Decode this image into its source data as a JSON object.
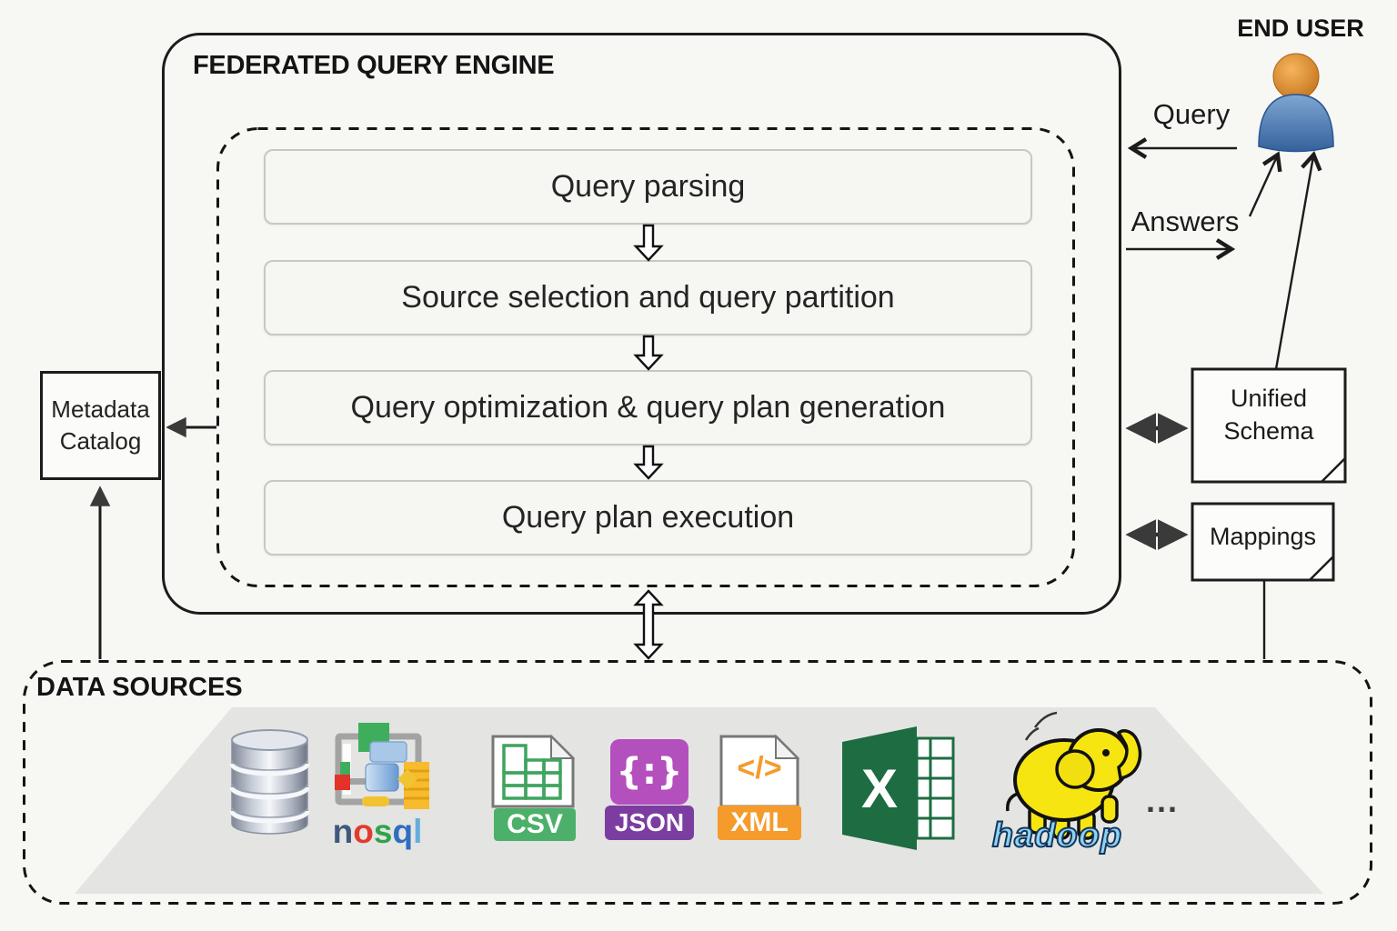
{
  "engine": {
    "title": "FEDERATED QUERY ENGINE",
    "steps": [
      {
        "label": "Query parsing"
      },
      {
        "label": "Source selection and query partition"
      },
      {
        "label": "Query optimization & query plan generation"
      },
      {
        "label": "Query plan execution"
      }
    ]
  },
  "metadata_catalog": {
    "label": "Metadata Catalog"
  },
  "end_user": {
    "label": "END USER"
  },
  "flows": {
    "query": "Query",
    "answers": "Answers"
  },
  "artifacts": {
    "unified_schema": "Unified Schema",
    "mappings": "Mappings"
  },
  "data_sources": {
    "title": "DATA SOURCES",
    "nosql": {
      "n": "n",
      "o": "o",
      "s": "s",
      "q": "q",
      "l": "l"
    },
    "csv_label": "CSV",
    "json_label": "JSON",
    "json_glyph": "{:}",
    "xml_label": "XML",
    "xml_glyph": "</>",
    "excel_letter": "X",
    "hadoop_label": "hadoop",
    "ellipsis": "..."
  },
  "colors": {
    "background": "#f7f7f4",
    "line": "#1c1c1c",
    "step_fill": "#f6f6f3",
    "step_border": "#c7c7c4",
    "trapezoid": "#e4e4e2",
    "csv_green": "#4cb06a",
    "json_purple": "#b44fbe",
    "json_banner_purple": "#7c3da0",
    "xml_orange": "#f59b2c",
    "excel_green": "#1e6c41",
    "hadoop_yellow": "#f7e511",
    "hadoop_text_blue": "#8ed3f4",
    "user_head_orange": "#d8892f",
    "user_body_blue": "#4678b4"
  }
}
